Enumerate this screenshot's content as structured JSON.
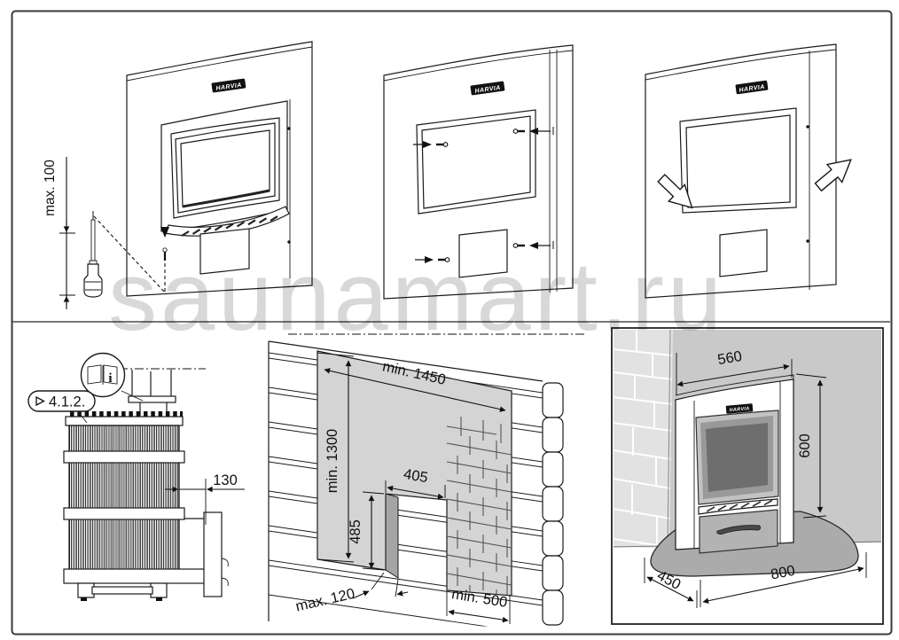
{
  "watermark": "saunamart.ru",
  "brand_logo": "HARVIA",
  "colors": {
    "line": "#1a1a1a",
    "protection_panel_gray": "#d4d4d4",
    "opening_side_gray": "#a5a5a5",
    "wall_gray": "#c9c9c9",
    "brick_gray": "#e2e2e2",
    "floor_plate_gray": "#ababab",
    "watermark_gray": "#d8d8d8"
  },
  "icons": {
    "screwdriver": "screwdriver-icon",
    "screw": "screw-icon",
    "down_arrow": "down-arrow-icon",
    "book_info": "book-info-icon",
    "removal_arrow": "block-arrow-icon"
  },
  "top_row": {
    "step1": {
      "screw_distance": "max. 100"
    }
  },
  "bottom_row": {
    "stove_side_view": {
      "manual_reference": "4.1.2.",
      "info_icon_label": "i",
      "tunnel_extension": "130"
    },
    "wall_opening": {
      "protection_width": "min. 1450",
      "protection_height": "min. 1300",
      "opening_width": "405",
      "opening_height": "485",
      "wall_thickness": "max. 120",
      "clearance_below": "min. 500"
    },
    "installed_view": {
      "flange_width": "560",
      "flange_height": "600",
      "floor_plate_depth": "450",
      "floor_plate_width": "800"
    }
  }
}
